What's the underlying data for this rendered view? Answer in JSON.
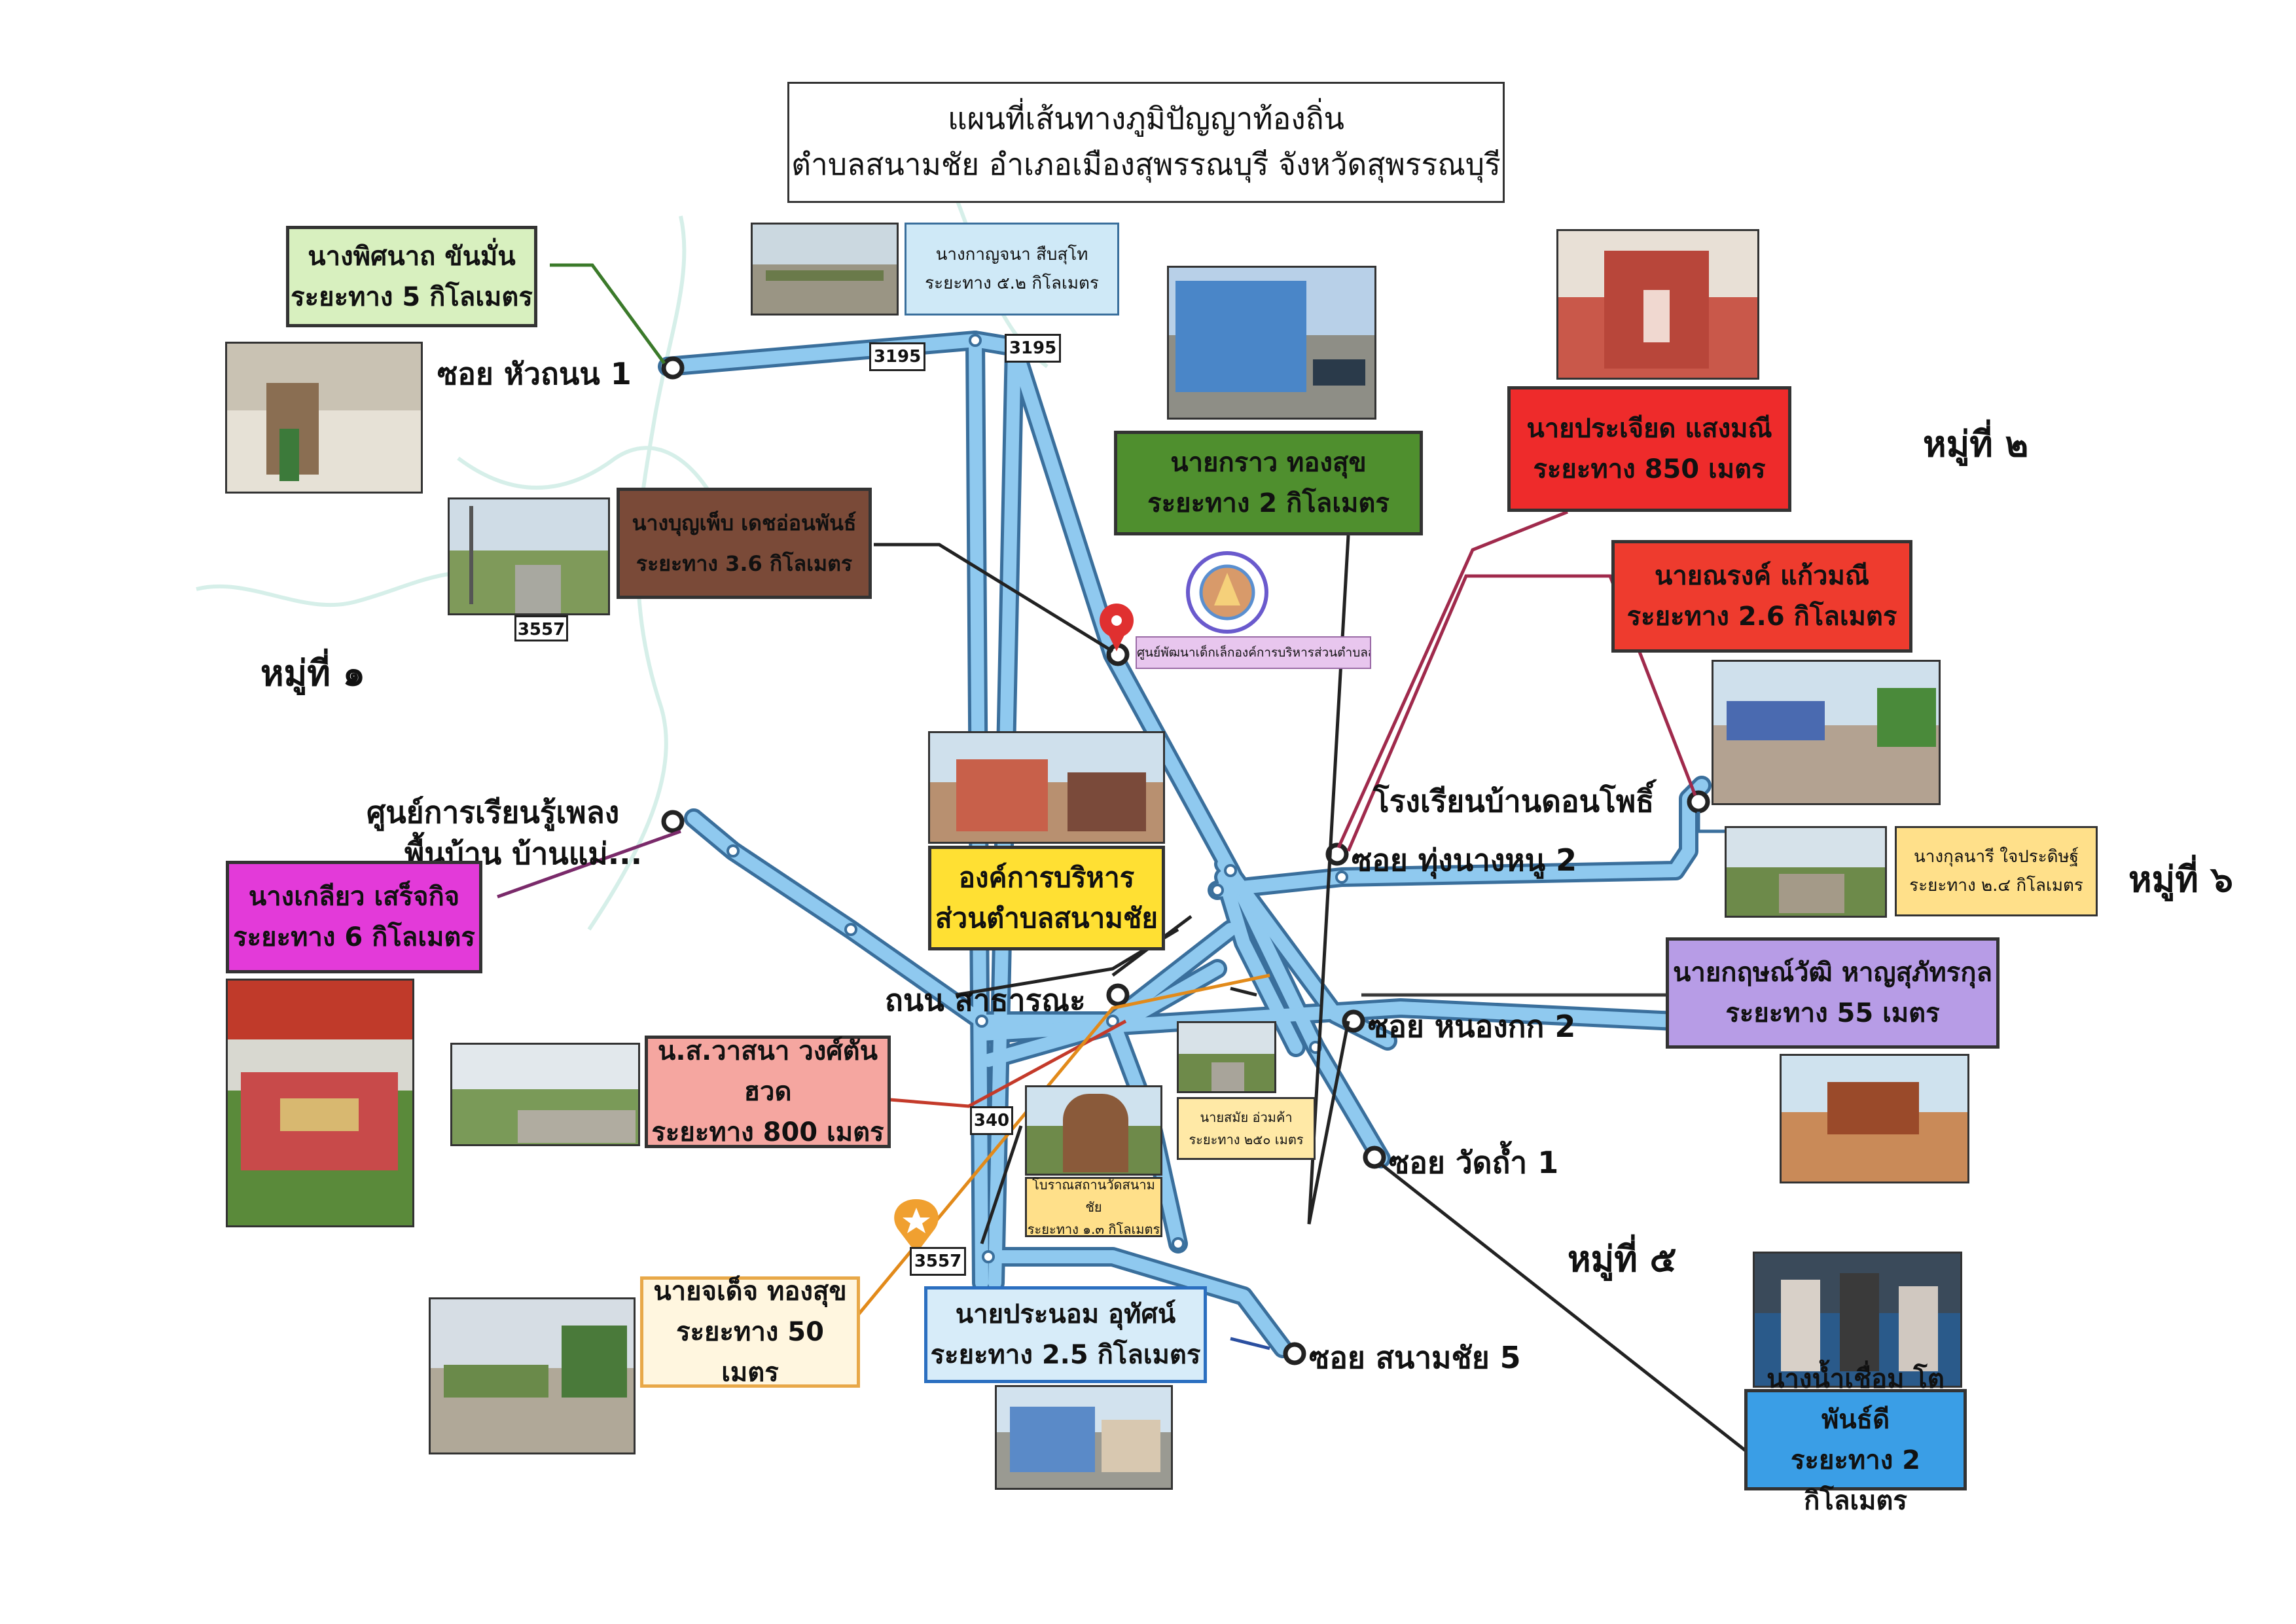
{
  "title": {
    "line1": "แผนที่เส้นทางภูมิปัญญาท้องถิ่น",
    "line2": "ตำบลสนามชัย อำเภอเมืองสุพรรณบุรี จังหวัดสุพรรณบุรี"
  },
  "villages": {
    "moo1": "หมู่ที่ ๑",
    "moo2": "หมู่ที่ ๒",
    "moo5": "หมู่ที่ ๕",
    "moo6": "หมู่ที่ ๖"
  },
  "streets": {
    "hua_thanon": "ซอย หัวถนน 1",
    "learning_center_l1": "ศูนย์การเรียนรู้เพลง",
    "learning_center_l2": "พื้นบ้าน บ้านแม่...",
    "sathanrana": "ถนน สาธารณะ",
    "thung_nang_nu": "ซอย ทุ่งนางหนู 2",
    "nong_kok": "ซอย หนองกก 2",
    "wat_tham": "ซอย วัดถ้ำ 1",
    "sanam_chai": "ซอย สนามชัย 5",
    "don_pho_school": "โรงเรียนบ้านดอนโพธิ์"
  },
  "center_marker_label": "ศูนย์พัฒนาเด็กเล็กองค์การบริหารส่วนตำบลสนามชัย",
  "road_signs": [
    "3195",
    "3195",
    "3557",
    "340",
    "3557"
  ],
  "persons": [
    {
      "name": "นางพิศนาถ ขันมั่น",
      "distance": "ระยะทาง 5 กิโลเมตร",
      "color": "#d8f0bf"
    },
    {
      "name": "นางกาญจนา สืบสุโท",
      "distance": "ระยะทาง ๕.๒ กิโลเมตร",
      "color": "#cfe9f7"
    },
    {
      "name": "นางบุญเพ็บ เดชอ่อนพันธ์",
      "distance": "ระยะทาง 3.6 กิโลเมตร",
      "color": "#7a4a38"
    },
    {
      "name": "นายกราว ทองสุข",
      "distance": "ระยะทาง 2 กิโลเมตร",
      "color": "#4f8f2e"
    },
    {
      "name": "นายประเจียด แสงมณี",
      "distance": "ระยะทาง 850 เมตร",
      "color": "#ee2b2b"
    },
    {
      "name": "นายณรงค์ แก้วมณี",
      "distance": "ระยะทาง 2.6 กิโลเมตร",
      "color": "#ee3b2e"
    },
    {
      "name": "นางกุลนารี ใจประดิษฐ์",
      "distance": "ระยะทาง ๒.๔ กิโลเมตร",
      "color": "#ffe08a"
    },
    {
      "name": "นายกฤษณ์วัฒิ หาญสุภัทรกุล",
      "distance": "ระยะทาง 55 เมตร",
      "color": "#b79ce6"
    },
    {
      "name": "นางเกลียว เสร็จกิจ",
      "distance": "ระยะทาง 6 กิโลเมตร",
      "color": "#e33ad9"
    },
    {
      "name": "น.ส.วาสนา วงศ์ตันฮวด",
      "distance": "ระยะทาง 800 เมตร",
      "color": "#f5a6a0"
    },
    {
      "name": "นายสมัย อ่วมค้า",
      "distance": "ระยะทาง ๒๕๐ เมตร",
      "color": "#ffe9a6"
    },
    {
      "name": "โบราณสถานวัดสนามชัย",
      "distance": "ระยะทาง ๑.๓ กิโลเมตร",
      "color": "#ffe08a"
    },
    {
      "name": "นายจเด็จ ทองสุข",
      "distance": "ระยะทาง 50 เมตร",
      "color": "#fff6df"
    },
    {
      "name": "นายประนอม อุทัศน์",
      "distance": "ระยะทาง 2.5 กิโลเมตร",
      "color": "#d7ecf9"
    },
    {
      "name": "นางน้ำเชื่อม โตพันธ์ดี",
      "distance": "ระยะทาง 2 กิโลเมตร",
      "color": "#3a9ee6"
    }
  ],
  "sao": {
    "line1": "องค์การบริหาร",
    "line2": "ส่วนตำบลสนามชัย",
    "color": "#ffe033"
  },
  "colors": {
    "road": "#8fc9ef",
    "road_outline": "#3a6f9c",
    "marker": "#e03030"
  }
}
